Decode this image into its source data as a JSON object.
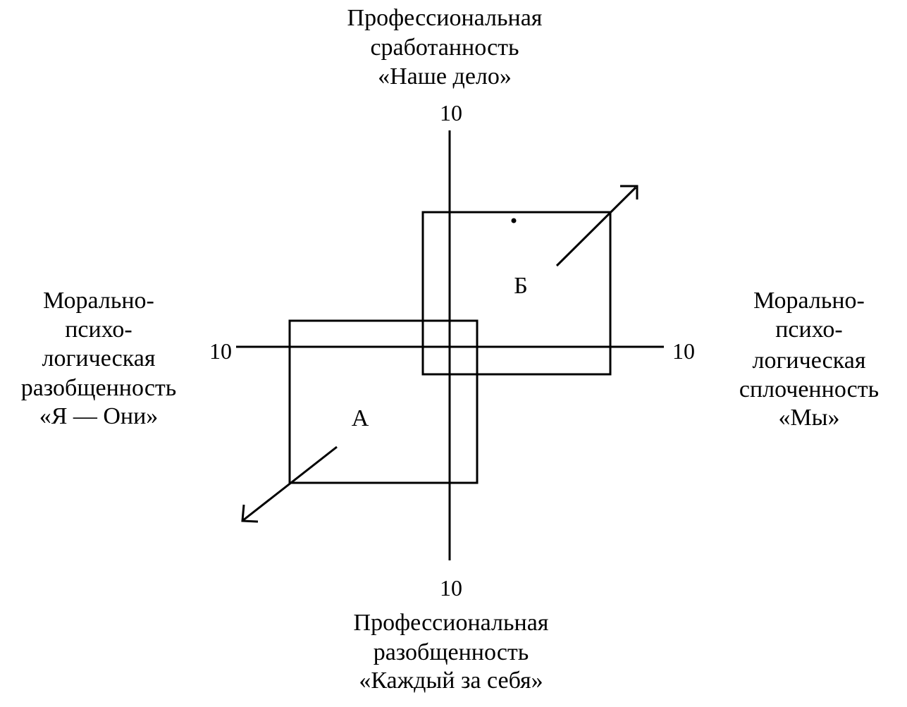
{
  "axes": {
    "top": {
      "lines": [
        "Профессиональная",
        "сработанность",
        "«Наше дело»"
      ],
      "value": "10"
    },
    "bottom": {
      "lines": [
        "Профессиональная",
        "разобщенность",
        "«Каждый за себя»"
      ],
      "value": "10"
    },
    "left": {
      "lines": [
        "Морально-",
        "психо-",
        "логическая",
        "разобщенность",
        "«Я — Они»"
      ],
      "value": "10"
    },
    "right": {
      "lines": [
        "Морально-",
        "психо-",
        "логическая",
        "сплоченность",
        "«Мы»"
      ],
      "value": "10"
    }
  },
  "boxes": {
    "a": {
      "label": "А"
    },
    "b": {
      "label": "Б"
    }
  }
}
